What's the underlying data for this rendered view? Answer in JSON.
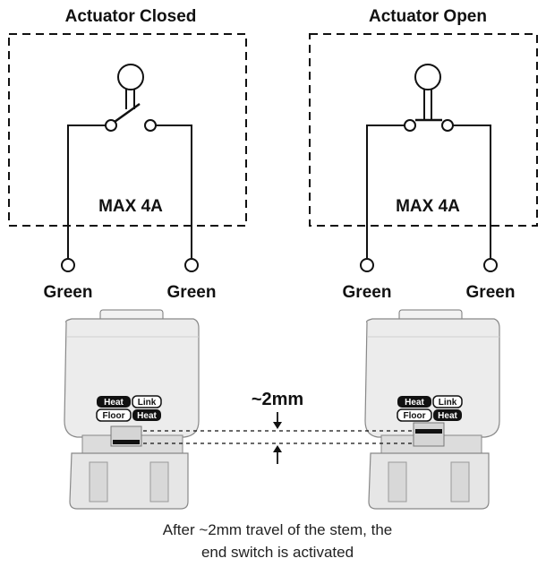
{
  "left": {
    "title": "Actuator Closed",
    "rating": "MAX 4A",
    "terminal_left": "Green",
    "terminal_right": "Green"
  },
  "right": {
    "title": "Actuator Open",
    "rating": "MAX 4A",
    "terminal_left": "Green",
    "terminal_right": "Green"
  },
  "logo": {
    "word1": "Heat",
    "word2": "Link",
    "word3": "Floor",
    "word4": "Heat"
  },
  "travel_label": "~2mm",
  "caption": {
    "line1": "After ~2mm travel of the stem, the",
    "line2": "end switch is activated"
  },
  "colors": {
    "line": "#111111",
    "actuator_body": "#ebebeb",
    "actuator_shade": "#d2d2d2"
  }
}
